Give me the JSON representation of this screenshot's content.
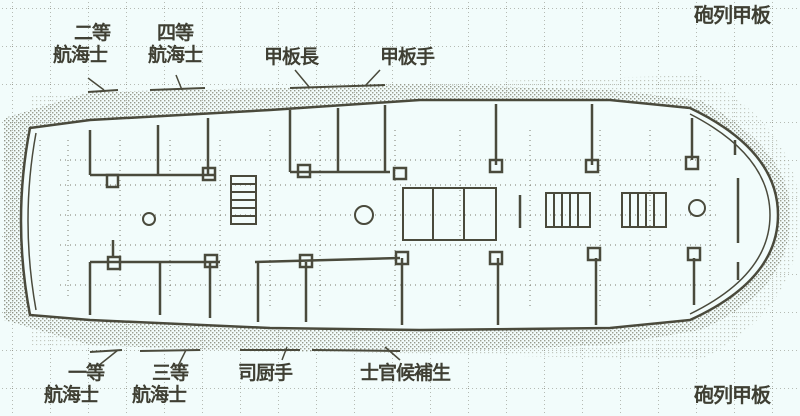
{
  "diagram": {
    "type": "ship deck plan",
    "deck_name_top": "砲列甲板",
    "deck_name_bottom": "砲列甲板",
    "colors": {
      "background": "#f2fcfb",
      "ink": "#4a4a3c",
      "hatch": "#8f9284",
      "grid_dots": "#6e6e60"
    },
    "labels_top": [
      {
        "id": "second-officer",
        "line1": "二等",
        "line2": "航海士"
      },
      {
        "id": "fourth-officer",
        "line1": "四等",
        "line2": "航海士"
      },
      {
        "id": "boatswain",
        "line1": "甲板長",
        "line2": ""
      },
      {
        "id": "deckhand",
        "line1": "甲板手",
        "line2": ""
      }
    ],
    "labels_bottom": [
      {
        "id": "first-officer",
        "line1": "一等",
        "line2": "航海士"
      },
      {
        "id": "third-officer",
        "line1": "三等",
        "line2": "航海士"
      },
      {
        "id": "cook",
        "line1": "司厨手",
        "line2": ""
      },
      {
        "id": "midshipman",
        "line1": "士官候補生",
        "line2": ""
      }
    ]
  }
}
